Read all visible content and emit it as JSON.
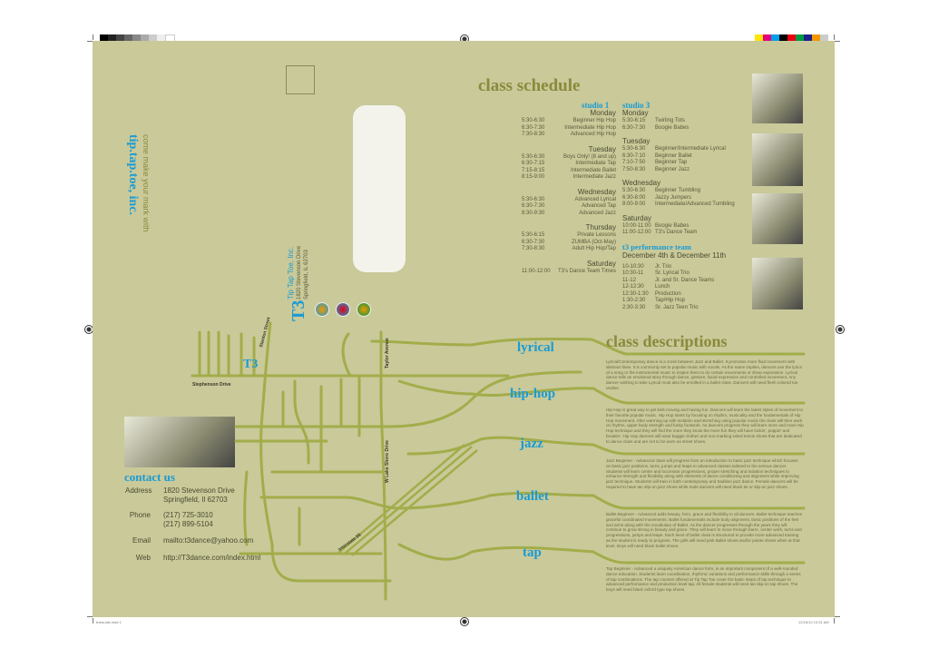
{
  "colors": {
    "paper": "#c9c99a",
    "olive": "#8a8a3c",
    "blue": "#1a9bd3",
    "road": "#a2ad4a"
  },
  "brand": {
    "tagline": "come make your mark with",
    "name": "tip.tap.toe, inc.",
    "logo": "T3",
    "address_block": [
      "Tip Tap Toe, Inc.",
      "1820 Stevenson Drive",
      "Springfield, IL 62703"
    ]
  },
  "schedule": {
    "title": "class schedule",
    "studio1": {
      "heading": "studio 1",
      "days": [
        {
          "day": "Monday",
          "rows": [
            [
              "5:30-6:30",
              "Beginner Hip Hop"
            ],
            [
              "6:30-7:30",
              "Intermediate Hip Hop"
            ],
            [
              "7:30-8:30",
              "Advanced Hip Hop"
            ]
          ]
        },
        {
          "day": "Tuesday",
          "rows": [
            [
              "5:30-6:30",
              "Boys Only! (8 and up)"
            ],
            [
              "6:30-7:15",
              "Intermediate Tap"
            ],
            [
              "7:15-8:15",
              "Intermediate Ballet"
            ],
            [
              "8:15-9:00",
              "Intermediate Jazz"
            ]
          ]
        },
        {
          "day": "Wednesday",
          "rows": [
            [
              "5:30-6:30",
              "Advanced Lyrical"
            ],
            [
              "6:30-7:30",
              "Advanced Tap"
            ],
            [
              "8:30-9:30",
              "Advanced Jazz"
            ]
          ]
        },
        {
          "day": "Thursday",
          "rows": [
            [
              "5:30-6:15",
              "Private Lessons"
            ],
            [
              "6:30-7:30",
              "ZUMBA (Oct-May)"
            ],
            [
              "7:30-8:30",
              "Adult Hip Hop/Tap"
            ]
          ]
        },
        {
          "day": "Saturday",
          "rows": [
            [
              "11:00-12:00",
              "T3's Dance Team Times"
            ]
          ]
        }
      ]
    },
    "studio3": {
      "heading": "studio 3",
      "days": [
        {
          "day": "Monday",
          "rows": [
            [
              "5:30-6:15",
              "Twirling Tots"
            ],
            [
              "6:30-7:30",
              "Boogie Babes"
            ]
          ]
        },
        {
          "day": "Tuesday",
          "rows": [
            [
              "5:30-6:30",
              "Beginner/Intermediate Lyrical"
            ],
            [
              "6:30-7:10",
              "Beginner Ballet"
            ],
            [
              "7:10-7:50",
              "Beginner Tap"
            ],
            [
              "7:50-8:30",
              "Beginner Jazz"
            ]
          ]
        },
        {
          "day": "Wednesday",
          "rows": [
            [
              "5:30-6:30",
              "Beginner Tumbling"
            ],
            [
              "6:30-8:00",
              "Jazzy Jumpers"
            ],
            [
              "8:00-9:00",
              "Intermediate/Advanced Tumbling"
            ]
          ]
        },
        {
          "day": "Saturday",
          "rows": [
            [
              "10:00-11:00",
              "Boogie Babes"
            ],
            [
              "11:00-12:00",
              "T3's Dance Team"
            ]
          ]
        }
      ],
      "team_heading": "t3 performance team",
      "team_dates": "December 4th & December 11th",
      "team_rows": [
        [
          "10-10:30",
          "Jr. Trio"
        ],
        [
          "10:30-11",
          "Sr. Lyrical Trio"
        ],
        [
          "11-12",
          "Jr. and Sr. Dance Teams"
        ],
        [
          "12-12:30",
          "Lunch"
        ],
        [
          "12:30-1:30",
          "Production"
        ],
        [
          "1:30-2:30",
          "Tap/Hip Hop"
        ],
        [
          "2:30-3:30",
          "Sr. Jazz Teen Trio"
        ]
      ]
    }
  },
  "descriptions": {
    "title": "class descriptions",
    "classes": [
      {
        "label": "lyrical",
        "text": "Lyrical/Contemporary dance is a cross between Jazz and Ballet. It promotes more fluid movement with abstract lines. It is commonly set to popular music with vocals. As the name implies, dancers use the lyrics of a song or the instrumental music to inspire them to do certain movements or show expression. Lyrical dance tells an emotional story through dance, gesture, facial expression and controlled movement. Any dancer wishing to take Lyrical must also be enrolled in a ballet class. Dancers will need flesh colored toe undies."
      },
      {
        "label": "hip-hop",
        "text": "Hip-Hop is great way to get kids moving and having fun. Dancers will learn the latest styles of movement to their favorite popular music. Hip Hop starts by focusing on rhythm, musicality and the fundamentals of Hip Hop movement. After warming up with isolation and stretching using popular music the class will then work on rhythm, upper body strength and funky footwork. As dancers progress they will learn more and more Hip Hop technique and they will find the more they know the more fun they will have lockin', poppin' and breakin'. Hip Hop dancers will wear baggie clothes and non-marking soled tennis shoes that are dedicated to dance class and are not to be worn as street shoes."
      },
      {
        "label": "jazz",
        "text": "Jazz Beginner - Advanced class will progress from an introduction to basic jazz technique which focuses on basic jazz positions, turns, jumps and leaps to advanced classes tailored to the serious dancer. Students will learn center and locomotor progressions, proper stretching and isolation techniques to enhance strength and flexibility along with elements of dance conditioning and alignment while improving jazz technique. Students will train in both contemporary and tradition jazz dance. Female dancers will be required to have tan slip-on jazz shoes while male dancers will need black tie or slip-on jazz shoes."
      },
      {
        "label": "ballet",
        "text": "Ballet Beginner - Advanced adds beauty, form, grace and flexibility to all dancers. Ballet technique teaches graceful coordinated movements. Ballet fundamentals include body alignment, basic positions of the feet and arms along with the vocabulary of Ballet. As the dancer progresses through the years they will continue to grow strong in beauty and grace. They will learn to move through barre, center work, turns and progressions, jumps and leaps. Each level of ballet class is structured to provide more advanced training as the student is ready to progress. The girls will need pink Ballet shoes and/or pointe shoes when at that level. Boys will need black ballet shoes."
      },
      {
        "label": "tap",
        "text": "Tap Beginner - Advanced a uniquely American dance form, is an important component of a well-rounded dance education. Students learn coordination, rhythmic variations and performance skills through a series of tap combinations. The tap courses offered at Tip Tap Toe cover the basic steps of tap technique to advanced performance and production level tap. All female students will need tan slip-on tap shoes. The boys will need black oxford type tap shoes."
      }
    ]
  },
  "contact": {
    "title": "contact us",
    "rows": [
      {
        "k": "Address",
        "v1": "1820 Stevenson Drive",
        "v2": "Springfield, Il 62703"
      },
      {
        "k": "Phone",
        "v1": "(217) 725-3010",
        "v2": "(217) 899-5104"
      },
      {
        "k": "Email",
        "v1": "mailto:t3dance@yahoo.com",
        "v2": ""
      },
      {
        "k": "Web",
        "v1": "http://T3dance.com/index.html",
        "v2": ""
      }
    ]
  },
  "map": {
    "roads": [
      "Stephenson Drive",
      "Stanton Street",
      "Taylor Avenue",
      "W Lake Shore Drive",
      "Interstate 55"
    ],
    "logo": "T3"
  },
  "footer": {
    "left": "trans-tab.indd 1",
    "right": "12/16/10 10:31 AM"
  }
}
